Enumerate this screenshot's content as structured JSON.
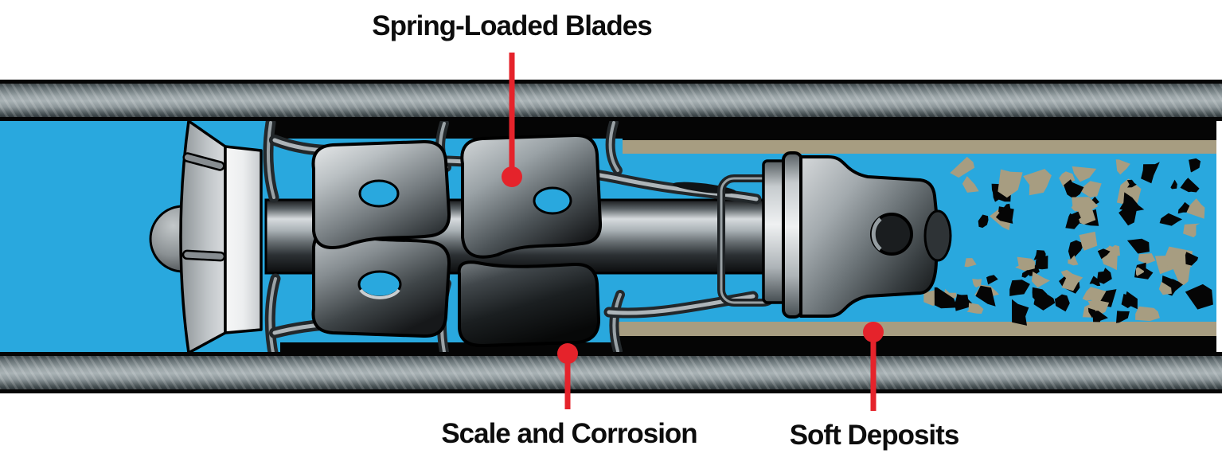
{
  "diagram": {
    "type": "pipeline-pig-cleaning-tool-cutaway",
    "callouts": [
      {
        "id": "spring-loaded-blades",
        "label": "Spring-Loaded Blades",
        "position": "top"
      },
      {
        "id": "scale-and-corrosion",
        "label": "Scale and Corrosion",
        "position": "bottom-left"
      },
      {
        "id": "soft-deposits",
        "label": "Soft Deposits",
        "position": "bottom-right"
      }
    ],
    "colors": {
      "background": "#FFFFFF",
      "water_blue": "#29A8DE",
      "deposit_tan": "#A79D81",
      "scale_black": "#050505",
      "callout_red": "#E5232B",
      "pipe_gray": "#8E989C",
      "text": "#0D0D0D"
    }
  }
}
